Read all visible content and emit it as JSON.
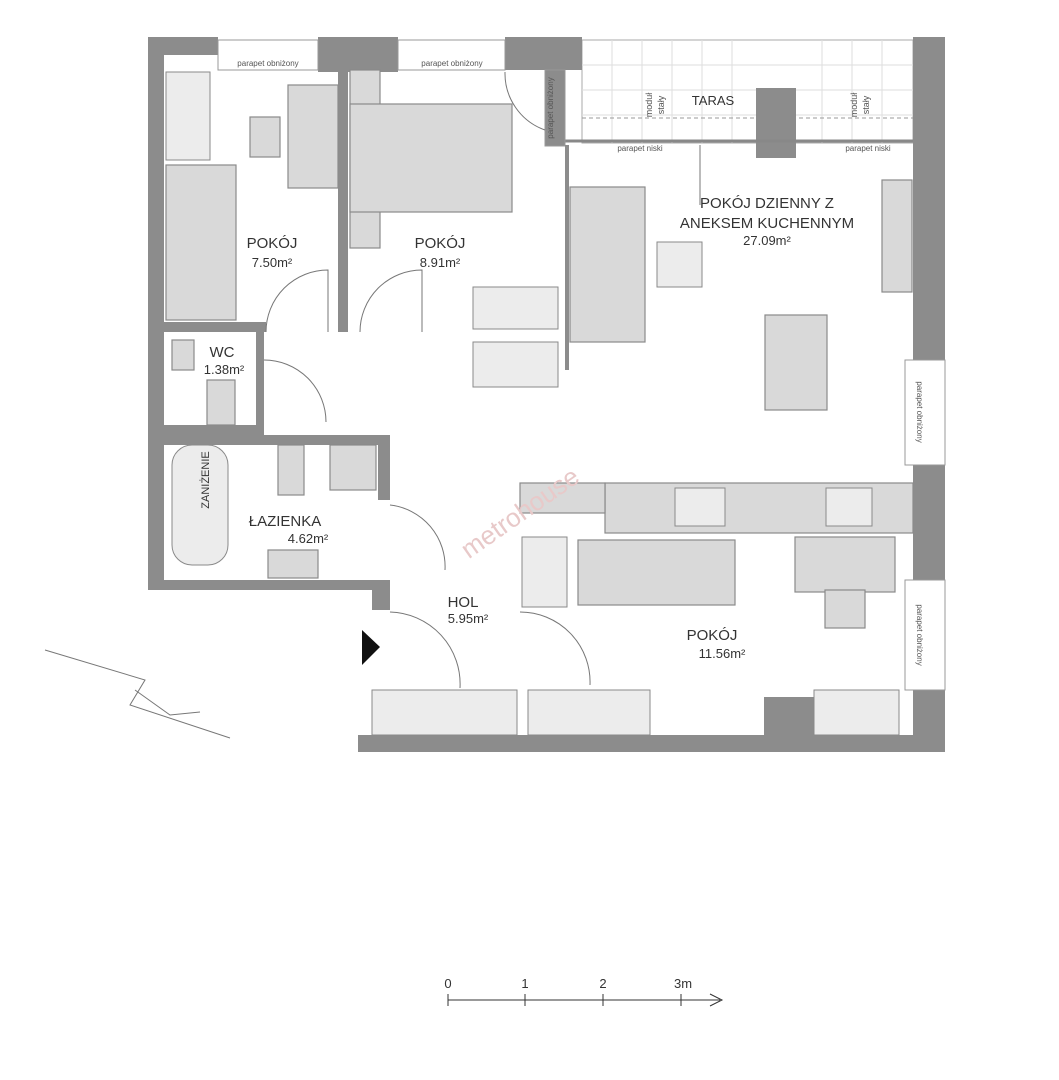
{
  "rooms": {
    "pokoj1": {
      "name": "POKÓJ",
      "area": "7.50m²"
    },
    "pokoj2": {
      "name": "POKÓJ",
      "area": "8.91m²"
    },
    "living": {
      "name_line1": "POKÓJ DZIENNY Z",
      "name_line2": "ANEKSEM KUCHENNYM",
      "area": "27.09m²"
    },
    "wc": {
      "name": "WC",
      "area": "1.38m²"
    },
    "bath": {
      "name": "ŁAZIENKA",
      "area": "4.62m²",
      "note": "ZANIŻENIE"
    },
    "hol": {
      "name": "HOL",
      "area": "5.95m²"
    },
    "pokoj3": {
      "name": "POKÓJ",
      "area": "11.56m²"
    },
    "taras": {
      "name": "TARAS"
    }
  },
  "annotations": {
    "parapet_obnizony": "parapet obniżony",
    "parapet_niski": "parapet niski",
    "modul_line1": "moduł",
    "modul_line2": "stały"
  },
  "watermark": "metrohouse",
  "scale_bar": {
    "ticks": [
      "0",
      "1",
      "2",
      "3m"
    ]
  },
  "colors": {
    "wall": "#8c8c8c",
    "furniture": "#d9d9d9"
  }
}
